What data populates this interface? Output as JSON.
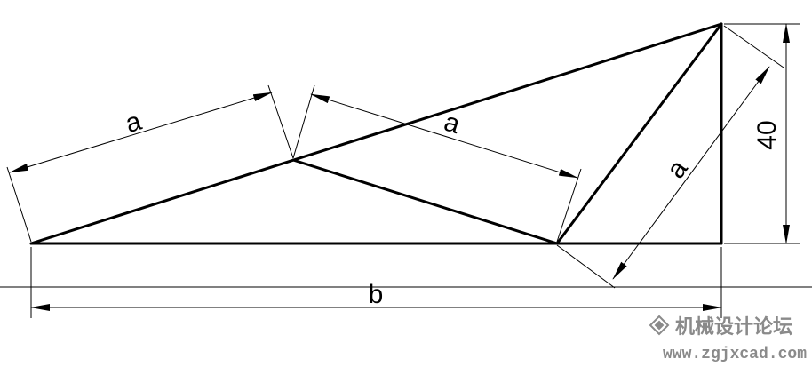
{
  "dimensions": {
    "a_top_left": "a",
    "a_top_middle": "a",
    "a_right_diagonal": "a",
    "height": "40",
    "base": "b"
  },
  "watermark": {
    "logo_icon": "diamond-logo-icon",
    "title": "机械设计论坛",
    "url": "www.zgjxcad.com"
  },
  "colors": {
    "line": "#000000",
    "watermark": "#8a8a8a"
  }
}
